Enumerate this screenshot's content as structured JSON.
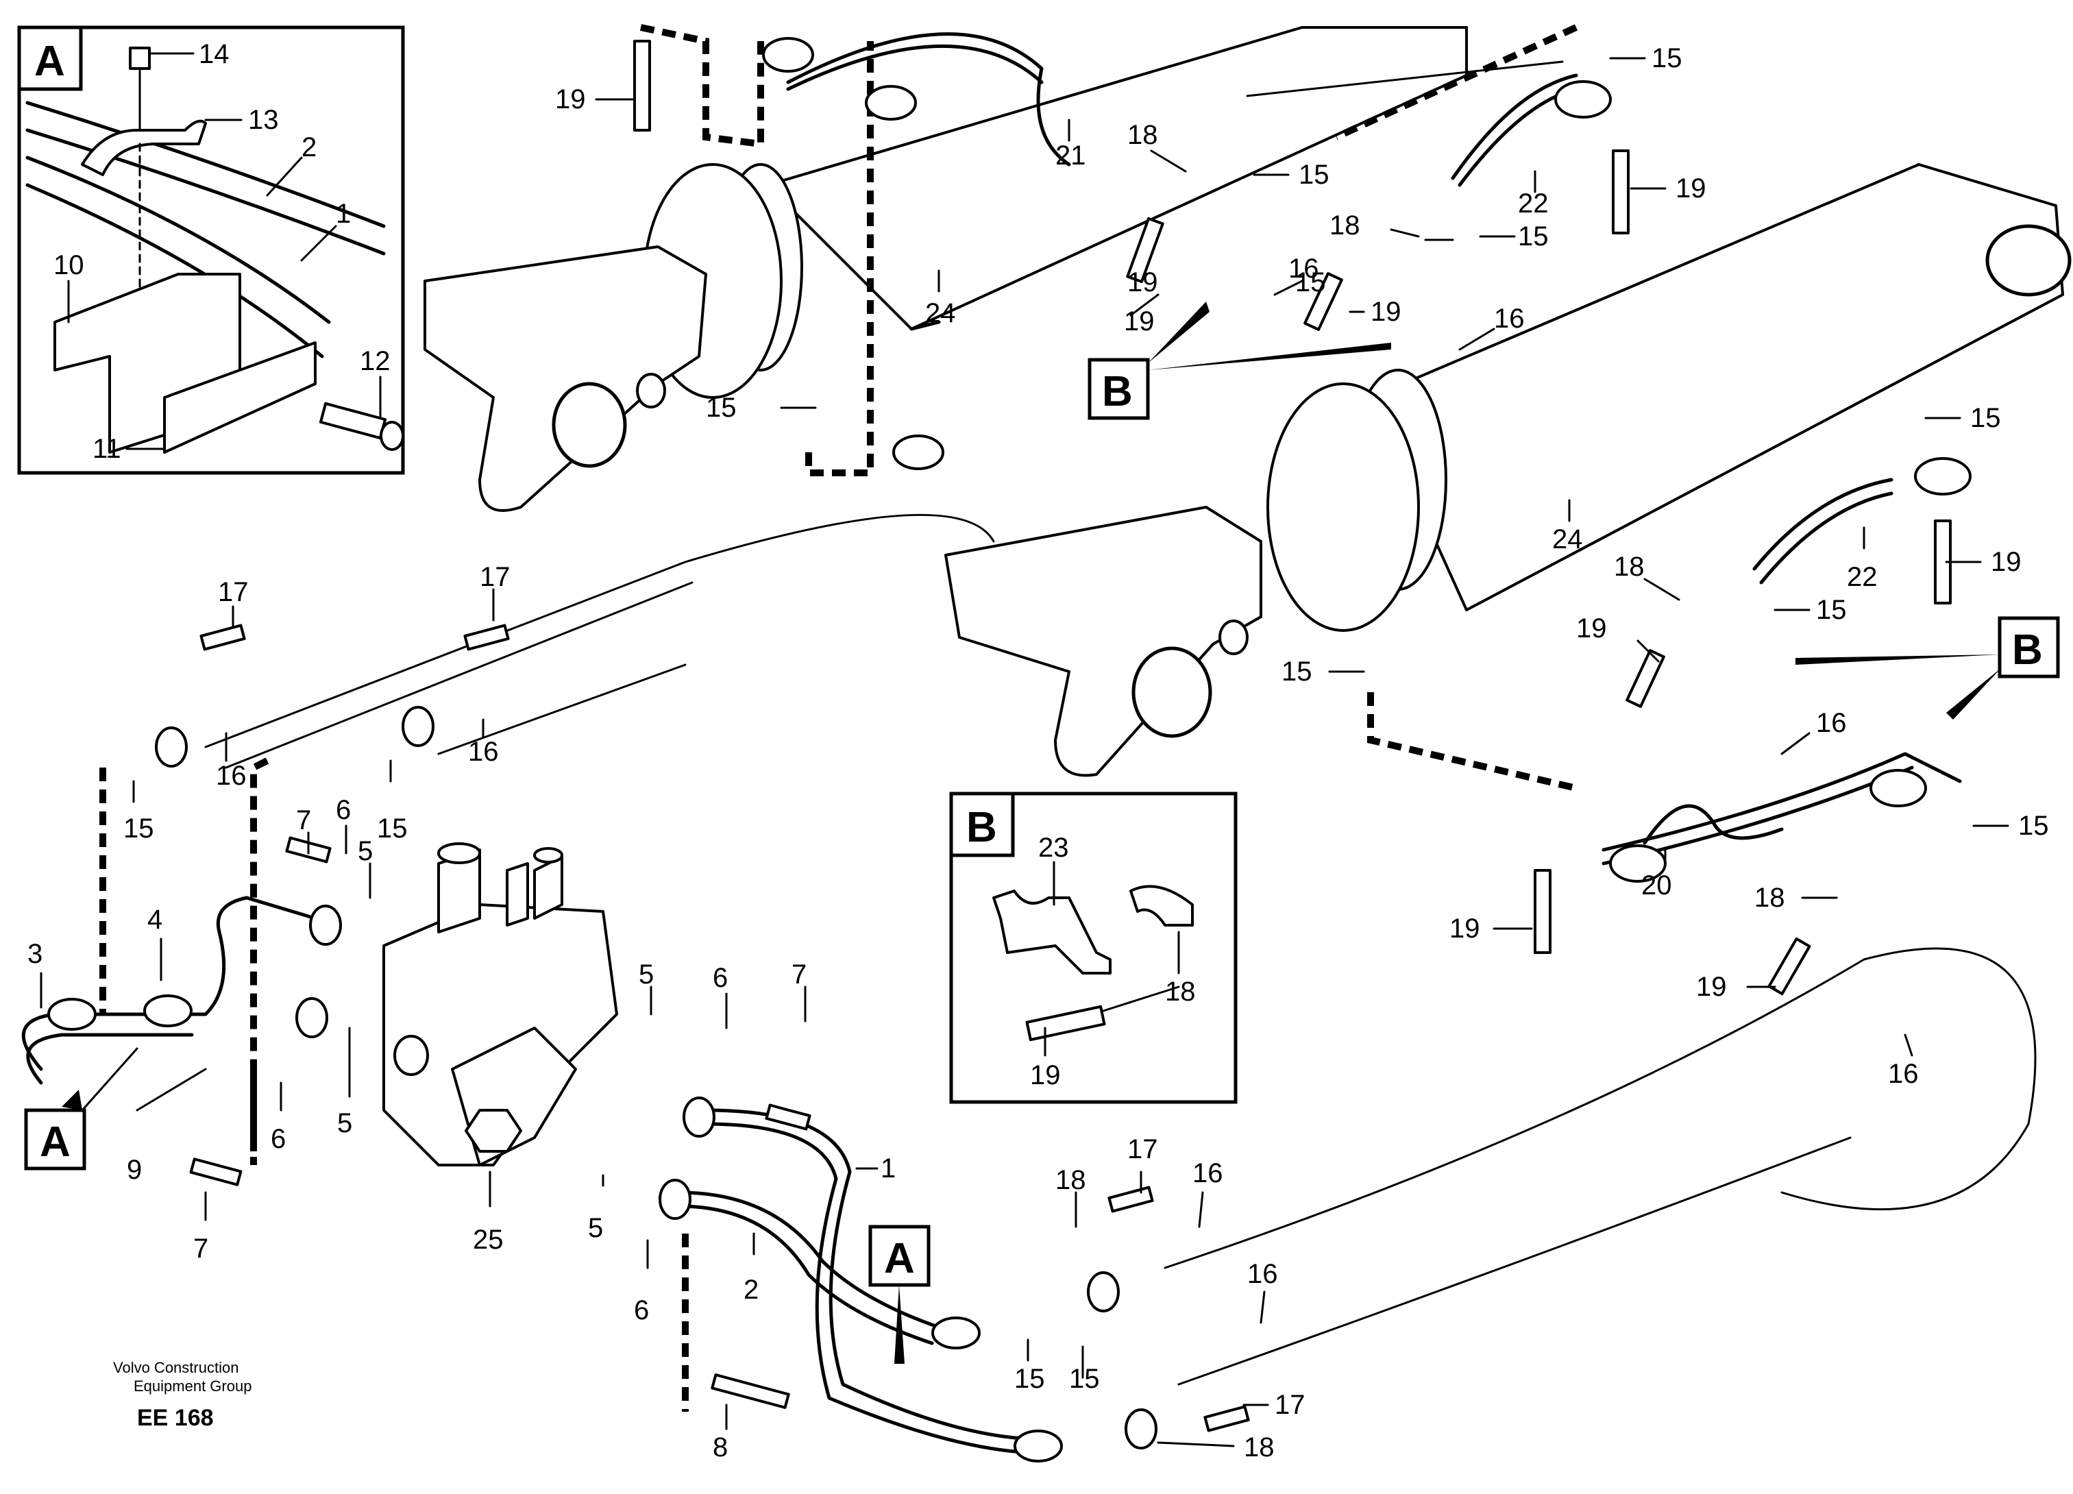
{
  "inset_a": {
    "tag": "A",
    "labels": [
      "14",
      "13",
      "2",
      "1",
      "10",
      "12",
      "11"
    ]
  },
  "inset_b": {
    "tag": "B",
    "labels": [
      "23",
      "18",
      "19"
    ]
  },
  "callouts": {
    "a_left": "A",
    "a_bottom": "A",
    "b_upper": "B",
    "b_right": "B"
  },
  "cylinder_upper": {
    "labels": [
      "19",
      "21",
      "18",
      "15",
      "15",
      "19",
      "24",
      "15",
      "15",
      "18",
      "19",
      "16",
      "22",
      "19",
      "16",
      "15",
      "19"
    ]
  },
  "cylinder_lower": {
    "labels": [
      "15",
      "24",
      "22",
      "19",
      "18",
      "15",
      "19",
      "15",
      "16",
      "15",
      "20",
      "18",
      "19",
      "16",
      "19"
    ]
  },
  "valve_area": {
    "labels": [
      "17",
      "17",
      "16",
      "16",
      "15",
      "15",
      "7",
      "6",
      "5",
      "3",
      "4",
      "5",
      "6",
      "7",
      "5",
      "6",
      "9",
      "7",
      "25",
      "5",
      "1",
      "6",
      "2",
      "8"
    ]
  },
  "bottom_right": {
    "labels": [
      "17",
      "18",
      "16",
      "16",
      "15",
      "15",
      "17",
      "18"
    ]
  },
  "footer": {
    "company_line1": "Volvo Construction",
    "company_line2": "Equipment Group",
    "code": "EE 168"
  }
}
